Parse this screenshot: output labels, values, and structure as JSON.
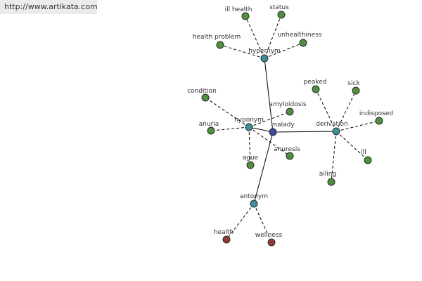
{
  "source_url": "http://www.artikata.com",
  "colors": {
    "center": "#3a4a9a",
    "relation": "#3f8f99",
    "term": "#4f8f3f",
    "antonym_term": "#8f3a3a"
  },
  "graph": {
    "nodes": [
      {
        "id": "malady",
        "label": "malady",
        "kind": "center"
      },
      {
        "id": "hypernym",
        "label": "hypernym",
        "kind": "relation"
      },
      {
        "id": "hyponym",
        "label": "hyponym",
        "kind": "relation"
      },
      {
        "id": "derivation",
        "label": "derivation",
        "kind": "relation"
      },
      {
        "id": "antonym",
        "label": "antonym",
        "kind": "relation"
      },
      {
        "id": "ill-health",
        "label": "ill health",
        "kind": "term"
      },
      {
        "id": "status",
        "label": "status",
        "kind": "term"
      },
      {
        "id": "health-problem",
        "label": "health problem",
        "kind": "term"
      },
      {
        "id": "unhealthiness",
        "label": "unhealthiness",
        "kind": "term"
      },
      {
        "id": "condition",
        "label": "condition",
        "kind": "term"
      },
      {
        "id": "amyloidosis",
        "label": "amyloidosis",
        "kind": "term"
      },
      {
        "id": "anuria",
        "label": "anuria",
        "kind": "term"
      },
      {
        "id": "anuresis",
        "label": "anuresis",
        "kind": "term"
      },
      {
        "id": "ague",
        "label": "ague",
        "kind": "term"
      },
      {
        "id": "peaked",
        "label": "peaked",
        "kind": "term"
      },
      {
        "id": "sick",
        "label": "sick",
        "kind": "term"
      },
      {
        "id": "indisposed",
        "label": "indisposed",
        "kind": "term"
      },
      {
        "id": "ill",
        "label": "ill",
        "kind": "term"
      },
      {
        "id": "ailing",
        "label": "ailing",
        "kind": "term"
      },
      {
        "id": "health",
        "label": "health",
        "kind": "antonym_term"
      },
      {
        "id": "wellness",
        "label": "wellness",
        "kind": "antonym_term"
      }
    ],
    "edges": [
      {
        "from": "malady",
        "to": "hypernym",
        "style": "solid"
      },
      {
        "from": "malady",
        "to": "hyponym",
        "style": "solid"
      },
      {
        "from": "malady",
        "to": "derivation",
        "style": "solid"
      },
      {
        "from": "malady",
        "to": "antonym",
        "style": "solid"
      },
      {
        "from": "hypernym",
        "to": "ill-health",
        "style": "dashed"
      },
      {
        "from": "hypernym",
        "to": "status",
        "style": "dashed"
      },
      {
        "from": "hypernym",
        "to": "health-problem",
        "style": "dashed"
      },
      {
        "from": "hypernym",
        "to": "unhealthiness",
        "style": "dashed"
      },
      {
        "from": "hyponym",
        "to": "condition",
        "style": "dashed"
      },
      {
        "from": "hyponym",
        "to": "amyloidosis",
        "style": "dashed"
      },
      {
        "from": "hyponym",
        "to": "anuria",
        "style": "dashed"
      },
      {
        "from": "hyponym",
        "to": "anuresis",
        "style": "dashed"
      },
      {
        "from": "hyponym",
        "to": "ague",
        "style": "dashed"
      },
      {
        "from": "derivation",
        "to": "peaked",
        "style": "dashed"
      },
      {
        "from": "derivation",
        "to": "sick",
        "style": "dashed"
      },
      {
        "from": "derivation",
        "to": "indisposed",
        "style": "dashed"
      },
      {
        "from": "derivation",
        "to": "ill",
        "style": "dashed"
      },
      {
        "from": "derivation",
        "to": "ailing",
        "style": "dashed"
      },
      {
        "from": "antonym",
        "to": "health",
        "style": "dashed"
      },
      {
        "from": "antonym",
        "to": "wellness",
        "style": "dashed"
      }
    ]
  }
}
